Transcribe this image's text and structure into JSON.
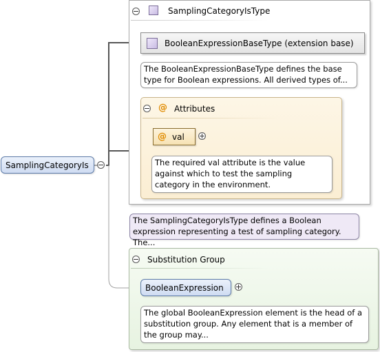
{
  "root": {
    "label": "SamplingCategoryIs"
  },
  "type": {
    "title": "SamplingCategoryIsType",
    "base": {
      "label": "BooleanExpressionBaseType (extension base)",
      "doc": "The BooleanExpressionBaseType defines the base type for Boolean expressions. All derived types of..."
    },
    "attributes": {
      "title": "Attributes",
      "icon": "@",
      "items": [
        {
          "name": "val",
          "doc": "The required val attribute is the value against which to test the sampling category in the environment."
        }
      ]
    },
    "doc": "The SamplingCategoryIsType defines a Boolean expression representing a test of sampling category. The..."
  },
  "substitution": {
    "title": "Substitution Group",
    "element": "BooleanExpression",
    "doc": "The global BooleanExpression element is the head of a substitution group. Any element that is a member of the group may..."
  },
  "colors": {
    "element_fill": "#cfdcf2",
    "attribute_fill": "#f6e2b4",
    "type_doc_fill": "#efe9f6",
    "substitution_fill": "#e7f3e1"
  }
}
